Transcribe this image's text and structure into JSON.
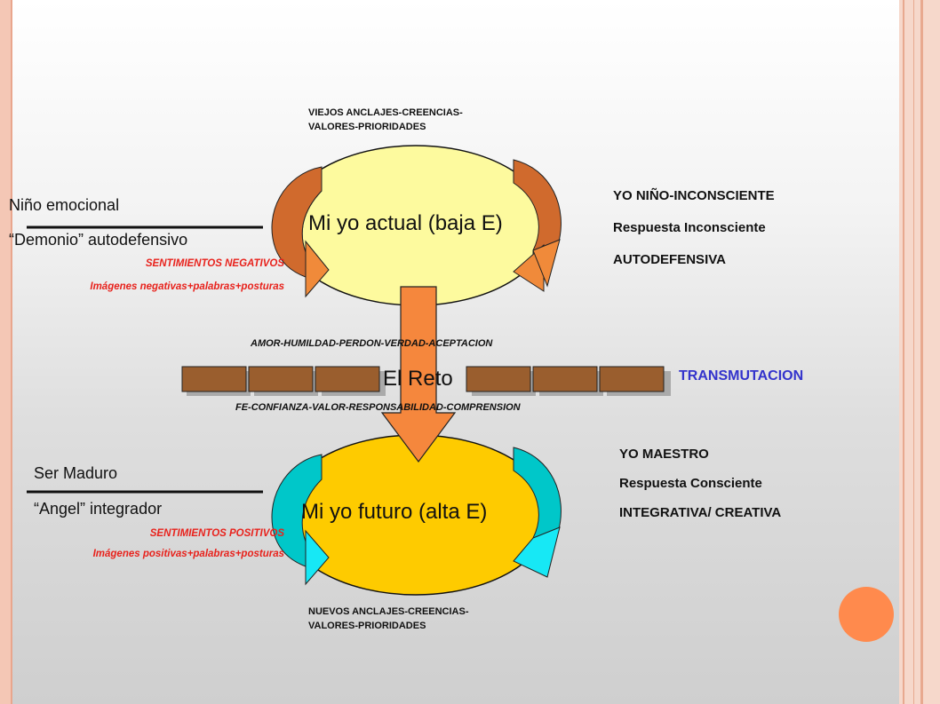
{
  "top_caption": [
    "VIEJOS ANCLAJES-CREENCIAS-",
    "VALORES-PRIORIDADES"
  ],
  "bottom_caption": [
    "NUEVOS ANCLAJES-CREENCIAS-",
    "VALORES-PRIORIDADES"
  ],
  "current_self": {
    "title": "Mi yo actual (baja E)",
    "left_line1": "Niño emocional",
    "left_line2": "“Demonio” autodefensivo",
    "feelings": "SENTIMIENTOS NEGATIVOS",
    "images": "Imágenes negativas+palabras+posturas",
    "right": [
      "YO NIÑO-INCONSCIENTE",
      "Respuesta Inconsciente",
      "AUTODEFENSIVA"
    ]
  },
  "challenge": {
    "title": "El Reto",
    "above": "AMOR-HUMILDAD-PERDON-VERDAD-ACEPTACION",
    "below": "FE-CONFIANZA-VALOR-RESPONSABILIDAD-COMPRENSION",
    "side": "TRANSMUTACION"
  },
  "future_self": {
    "title": "Mi yo futuro (alta E)",
    "left_line1": "Ser Maduro",
    "left_line2": "“Angel” integrador",
    "feelings": "SENTIMIENTOS POSITIVOS",
    "images": "Imágenes positivas+palabras+posturas",
    "right": [
      "YO MAESTRO",
      "Respuesta Consciente",
      "INTEGRATIVA/ CREATIVA"
    ]
  },
  "colors": {
    "top_ellipse": "#fdfa9e",
    "bottom_ellipse": "#fecb00",
    "top_arrows": "#d76b2e",
    "top_arrows_light": "#f08a3a",
    "bottom_arrows": "#00c7c9",
    "bottom_arrows_light": "#17e8f5",
    "center_arrow": "#f5873d",
    "bricks": "#9a5e2e",
    "transmutacion": "#3333cc",
    "accent_circle": "#ff8a4d"
  }
}
